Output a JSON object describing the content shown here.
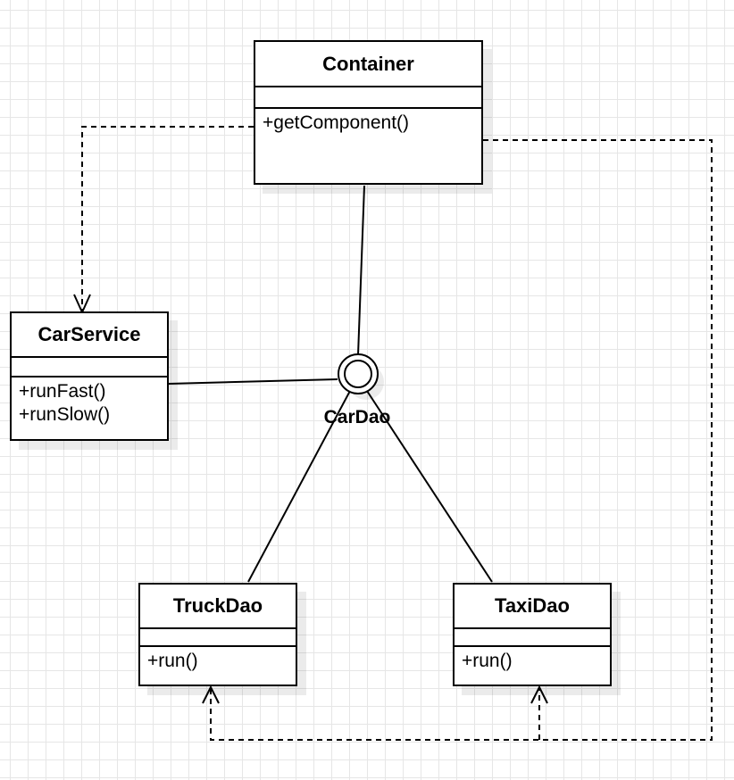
{
  "diagram": {
    "classes": {
      "container": {
        "name": "Container",
        "operations": [
          "+getComponent()"
        ]
      },
      "carservice": {
        "name": "CarService",
        "operations": [
          "+runFast()",
          "+runSlow()"
        ]
      },
      "truckdao": {
        "name": "TruckDao",
        "operations": [
          "+run()"
        ]
      },
      "taxidao": {
        "name": "TaxiDao",
        "operations": [
          "+run()"
        ]
      }
    },
    "interface": {
      "name": "CarDao"
    }
  }
}
